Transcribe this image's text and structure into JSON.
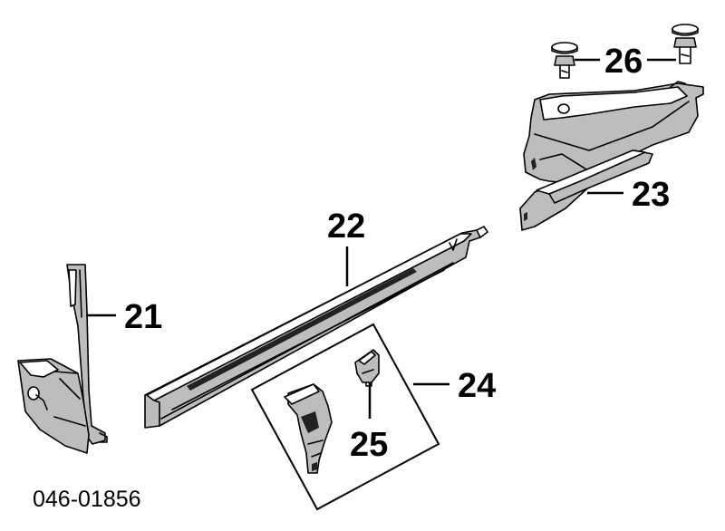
{
  "diagram": {
    "id_label": "046-01856",
    "callouts": {
      "p21": "21",
      "p22": "22",
      "p23": "23",
      "p24": "24",
      "p25": "25",
      "p26": "26"
    }
  },
  "colors": {
    "line": "#000000",
    "shade": "#bdbdbd",
    "background": "#ffffff"
  }
}
